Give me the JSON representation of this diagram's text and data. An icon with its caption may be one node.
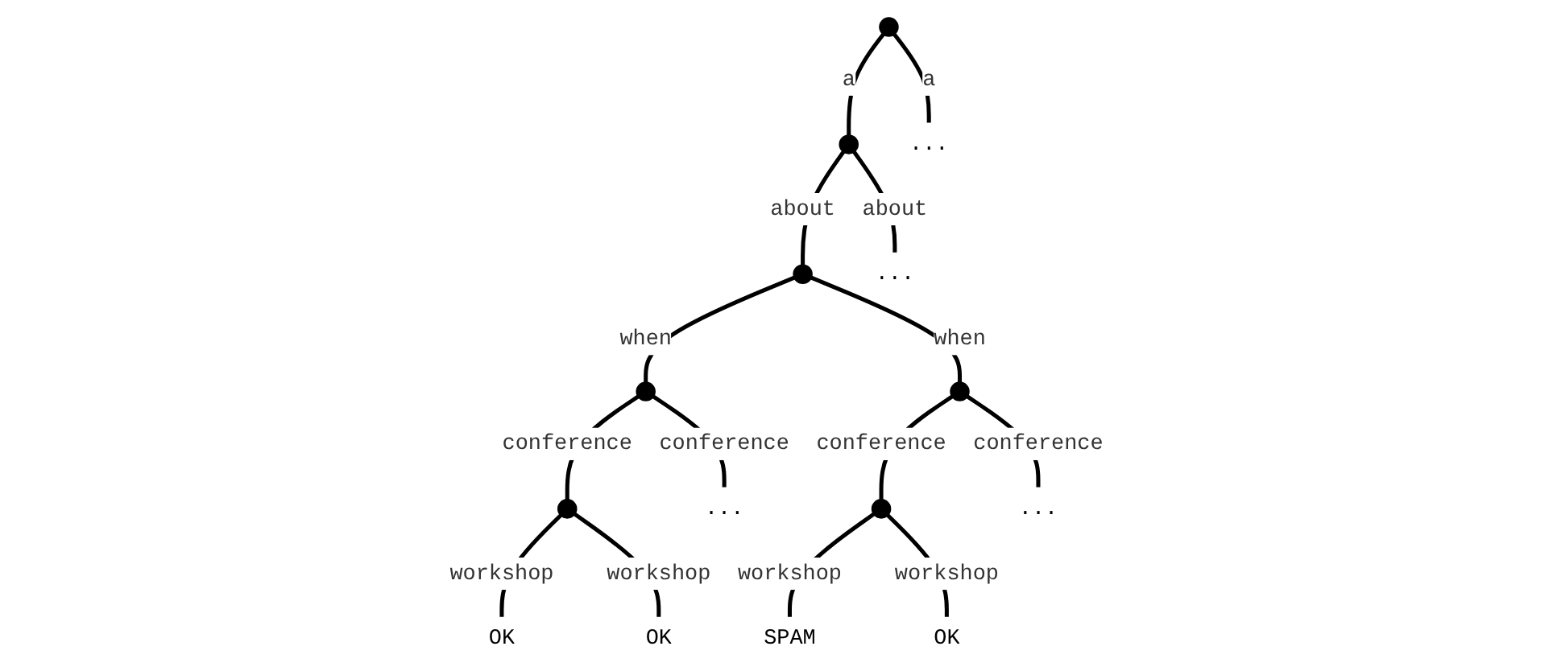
{
  "diagram": {
    "nodes": [
      {
        "text": [],
        "shape": "circle"
      },
      {
        "text": [],
        "shape": "circle"
      },
      {
        "text": [
          "..."
        ]
      },
      {
        "text": [],
        "shape": "circle"
      },
      {
        "text": [
          "..."
        ]
      },
      {
        "text": [],
        "shape": "circle"
      },
      {
        "text": [],
        "shape": "circle"
      },
      {
        "text": [],
        "shape": "circle"
      },
      {
        "text": [
          "..."
        ]
      },
      {
        "text": [],
        "shape": "circle"
      },
      {
        "text": [
          "..."
        ]
      },
      {
        "text": [
          "OK"
        ]
      },
      {
        "text": [
          "OK"
        ]
      },
      {
        "text": [
          "SPAM"
        ]
      },
      {
        "text": [
          "OK"
        ]
      }
    ],
    "edges": [
      {
        "from": 0,
        "to": 1,
        "label": "a",
        "arrow": "none"
      },
      {
        "from": 0,
        "to": 2,
        "label": "a",
        "arrow": "none"
      },
      {
        "from": 1,
        "to": 3,
        "label": "about",
        "arrow": "none"
      },
      {
        "from": 1,
        "to": 4,
        "label": "about",
        "arrow": "none"
      },
      {
        "from": 3,
        "to": 5,
        "label": "when",
        "arrow": "none"
      },
      {
        "from": 3,
        "to": 6,
        "label": "when",
        "arrow": "none"
      },
      {
        "from": 5,
        "to": 7,
        "label": "conference",
        "arrow": "none"
      },
      {
        "from": 5,
        "to": 8,
        "label": "conference",
        "arrow": "none"
      },
      {
        "from": 6,
        "to": 9,
        "label": "conference",
        "arrow": "none"
      },
      {
        "from": 6,
        "to": 10,
        "label": "conference",
        "arrow": "none"
      },
      {
        "from": 7,
        "to": 11,
        "label": "workshop",
        "arrow": "none"
      },
      {
        "from": 7,
        "to": 12,
        "label": "workshop",
        "arrow": "none"
      },
      {
        "from": 9,
        "to": 13,
        "label": "workshop",
        "arrow": "none"
      },
      {
        "from": 9,
        "to": 14,
        "label": "workshop",
        "arrow": "none"
      }
    ]
  }
}
